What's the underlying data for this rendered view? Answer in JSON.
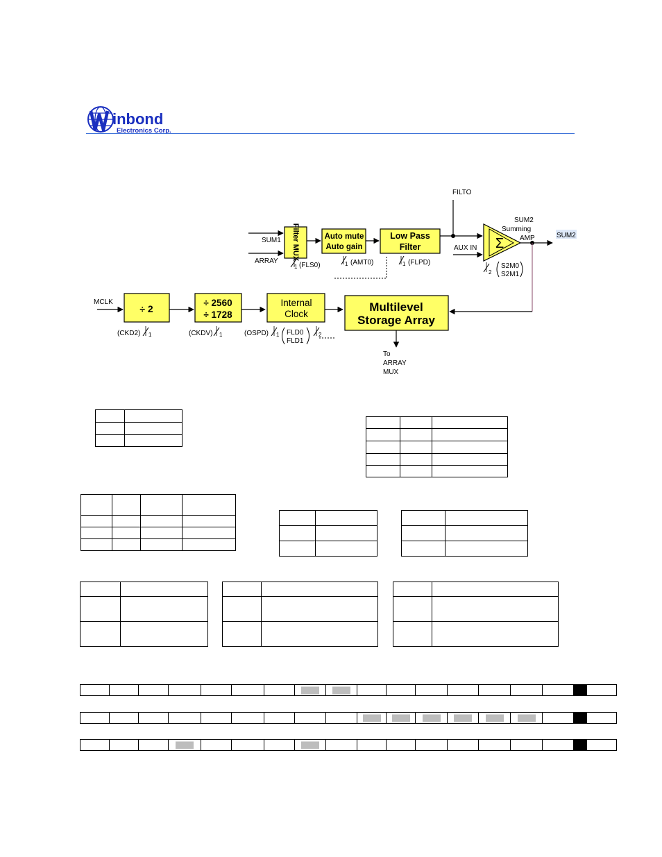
{
  "header": {
    "brand": "inbond",
    "sub": "Electronics Corp.",
    "colors": {
      "brand_blue": "#1a2fbf",
      "rule_blue": "#3a6fd8"
    }
  },
  "diagram": {
    "colors": {
      "block_fill": "#ffff66"
    },
    "blocks": {
      "filter_mux": "Filter MUX",
      "auto_mute_1": "Auto mute",
      "auto_mute_2": "Auto gain",
      "lpf_1": "Low Pass",
      "lpf_2": "Filter",
      "sigma": "Σ",
      "div2": "÷ 2",
      "divn_1": "÷ 2560",
      "divn_2": "÷ 1728",
      "clock_1": "Internal",
      "clock_2": "Clock",
      "storage_1": "Multilevel",
      "storage_2": "Storage Array"
    },
    "labels": {
      "sum1": "SUM1",
      "array": "ARRAY",
      "filto": "FILTO",
      "aux_in": "AUX IN",
      "sum2_amp_1": "SUM2",
      "sum2_amp_2": "Summing",
      "sum2_amp_3": "AMP",
      "sum2_out": "SUM2",
      "mclk": "MCLK",
      "to_1": "To",
      "to_2": "ARRAY",
      "to_3": "MUX"
    },
    "controls": {
      "fls0": "(FLS0)",
      "amt0": "(AMT0)",
      "flpd": "(FLPD)",
      "s2m0": "S2M0",
      "s2m1": "S2M1",
      "ckd2": "(CKD2)",
      "ckdv": "(CKDV)",
      "ospd": "(OSPD)",
      "fld0": "FLD0",
      "fld1": "FLD1",
      "one": "1",
      "two": "2"
    }
  },
  "bit_rows": [
    [
      "",
      "",
      "",
      "",
      "",
      "",
      "",
      "gray",
      "gray",
      "",
      "",
      "",
      "",
      "",
      "",
      "",
      "black",
      ""
    ],
    [
      "",
      "",
      "",
      "",
      "",
      "",
      "",
      "",
      "",
      "gray",
      "gray",
      "gray",
      "gray",
      "gray",
      "gray",
      "",
      "black",
      ""
    ],
    [
      "",
      "",
      "",
      "gray",
      "",
      "",
      "",
      "gray",
      "",
      "",
      "",
      "",
      "",
      "",
      "",
      "",
      "black",
      ""
    ]
  ]
}
